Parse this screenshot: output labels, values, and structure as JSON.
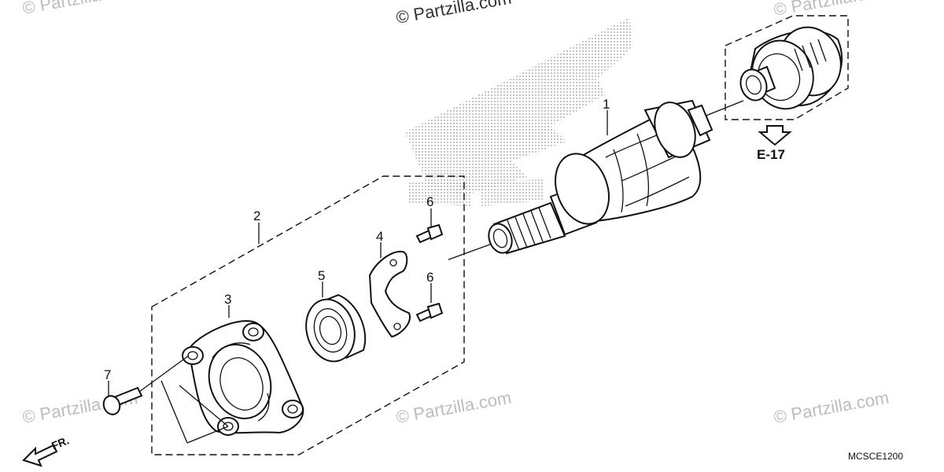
{
  "diagram": {
    "callouts": [
      "1",
      "2",
      "3",
      "4",
      "5",
      "6",
      "6",
      "7"
    ],
    "reference": "E-17",
    "direction_marker": "FR.",
    "diagram_code": "MCSCE1200"
  },
  "watermarks": [
    "© Partzilla.com",
    "© Partzilla.com",
    "© Partzilla.com",
    "© Partzilla.com",
    "© Partzilla.com",
    "© Partzilla.com"
  ]
}
